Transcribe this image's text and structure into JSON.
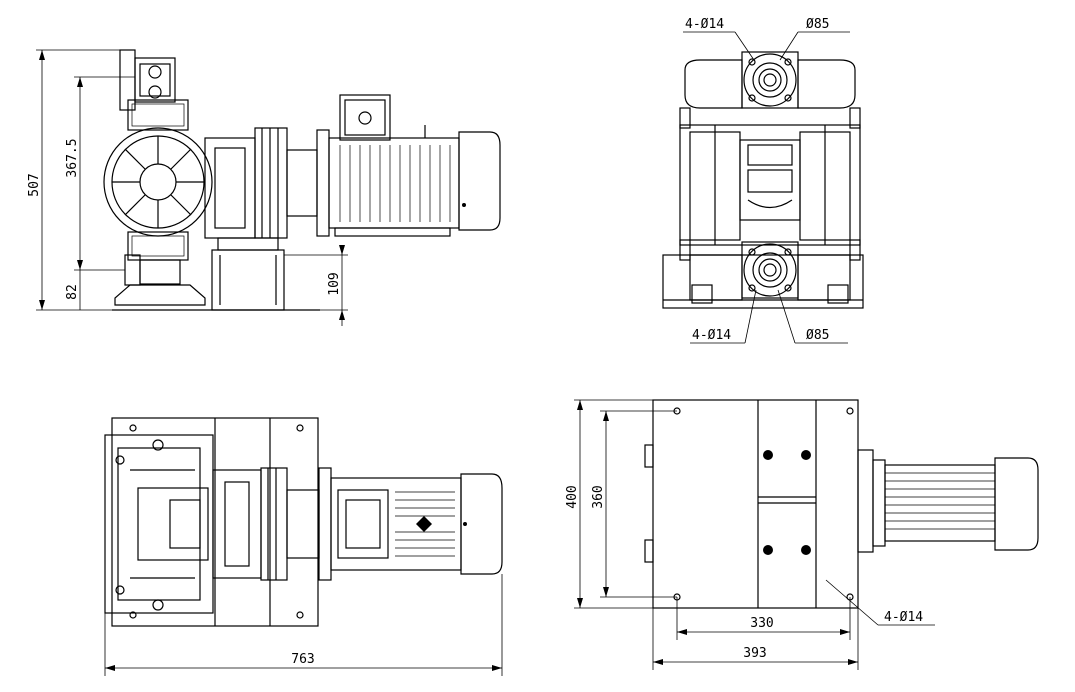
{
  "drawing": {
    "side_view": {
      "dim_height_total": "507",
      "dim_height_inner": "367.5",
      "dim_height_bottom": "82",
      "dim_base_height": "109"
    },
    "front_view": {
      "callout_top_holes": "4-Ø14",
      "callout_top_dia": "Ø85",
      "callout_bottom_holes": "4-Ø14",
      "callout_bottom_dia": "Ø85"
    },
    "top_view": {
      "dim_length_total": "763"
    },
    "base_view": {
      "dim_width_outer": "400",
      "dim_width_inner": "360",
      "dim_length_inner": "330",
      "dim_length_outer": "393",
      "callout_holes": "4-Ø14"
    }
  }
}
